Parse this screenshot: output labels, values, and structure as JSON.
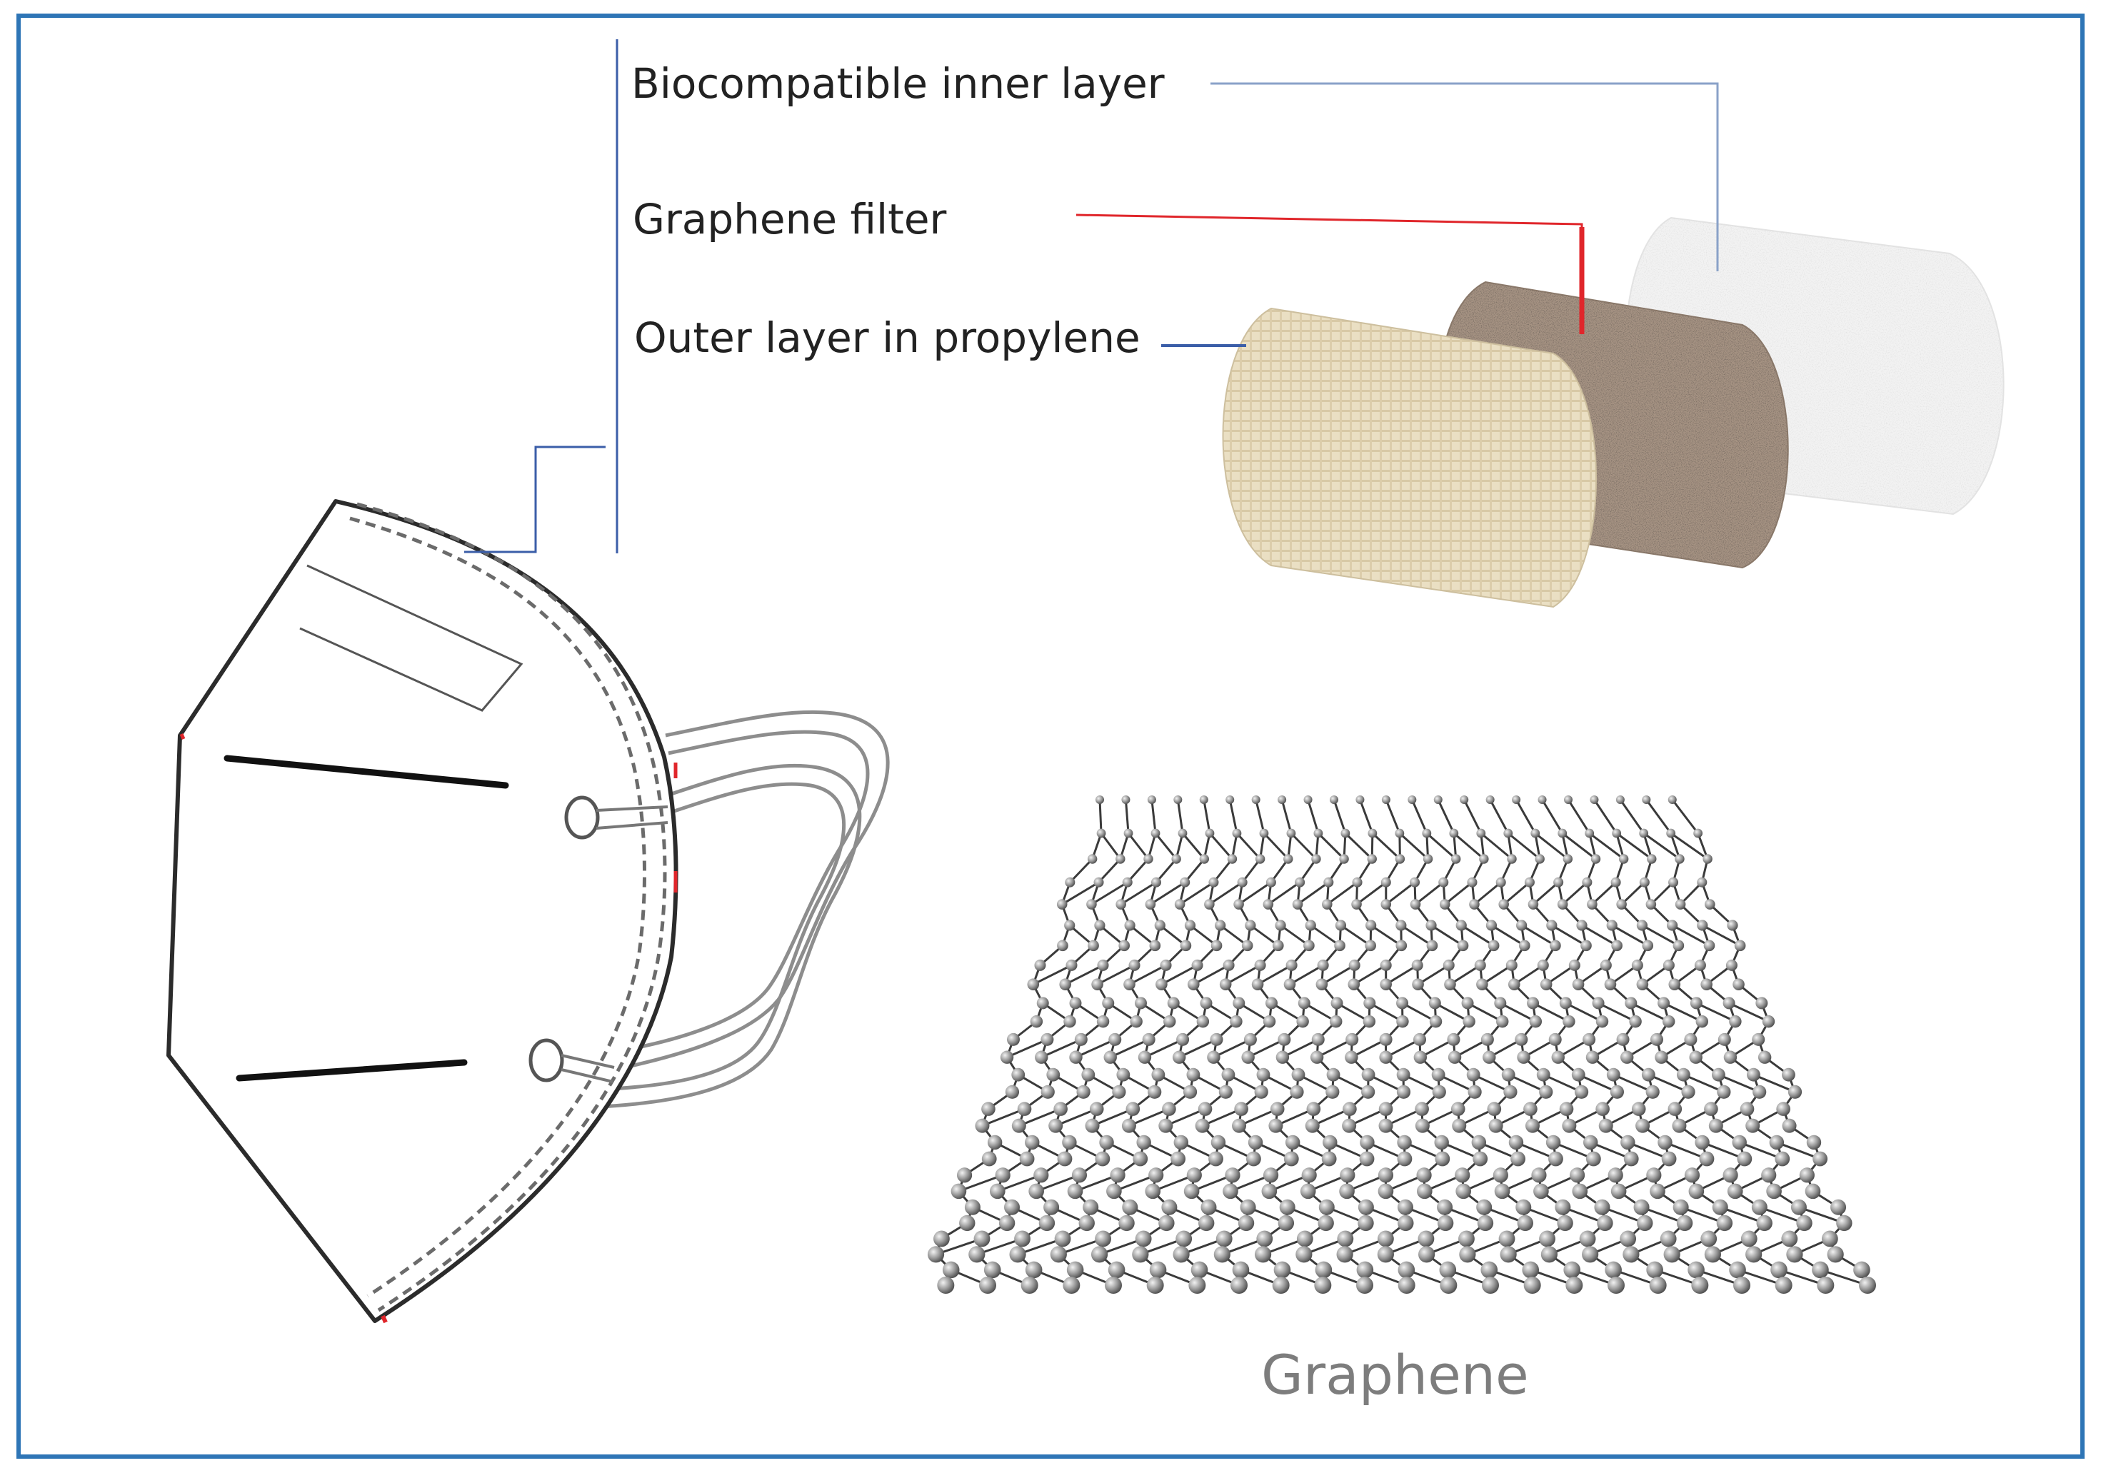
{
  "labels": {
    "inner_layer": "Biocompatible inner layer",
    "filter": "Graphene filter",
    "outer_layer": "Outer layer in propylene"
  },
  "caption": "Graphene",
  "colors": {
    "frame": "#2e75b6",
    "inner_leader": "#8aa2c8",
    "filter_leader": "#e0262b",
    "outer_leader": "#3b5ea8",
    "outer_fabric": "#e8dcbf",
    "filter_fabric": "#9f8c7c",
    "inner_fabric": "#f1f1f1",
    "atom": "#8e8e8e",
    "bond": "#3a3a3a"
  },
  "icons": [
    "face-mask-drawing",
    "outer-fabric-layer",
    "graphene-filter-layer",
    "inner-fabric-layer",
    "graphene-lattice"
  ]
}
